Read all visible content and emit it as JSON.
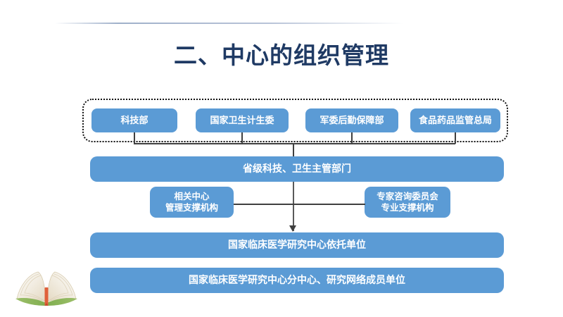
{
  "slide": {
    "title": "二、中心的组织管理",
    "title_color": "#1F3A64",
    "background_color": "#FFFFFF",
    "node_color": "#5B9BD5",
    "node_text_color": "#FFFFFF",
    "connector_color": "#3F3F3F"
  },
  "org_chart": {
    "ministries_group": {
      "frame_style": "dotted-rounded-rectangle",
      "items": [
        {
          "label": "科技部"
        },
        {
          "label": "国家卫生计生委"
        },
        {
          "label": "军委后勤保障部"
        },
        {
          "label": "食品药品监管总局"
        }
      ]
    },
    "provincial": {
      "label": "省级科技、卫生主管部门"
    },
    "support_left": {
      "line1": "相关中心",
      "line2": "管理支撑机构"
    },
    "support_right": {
      "line1": "专家咨询委员会",
      "line2": "专业支撑机构"
    },
    "host_unit": {
      "label": "国家临床医学研究中心依托单位"
    },
    "network_unit": {
      "label": "国家临床医学研究中心分中心、研究网络成员单位"
    }
  },
  "decoration": {
    "book_icon": "open-book-icon"
  }
}
